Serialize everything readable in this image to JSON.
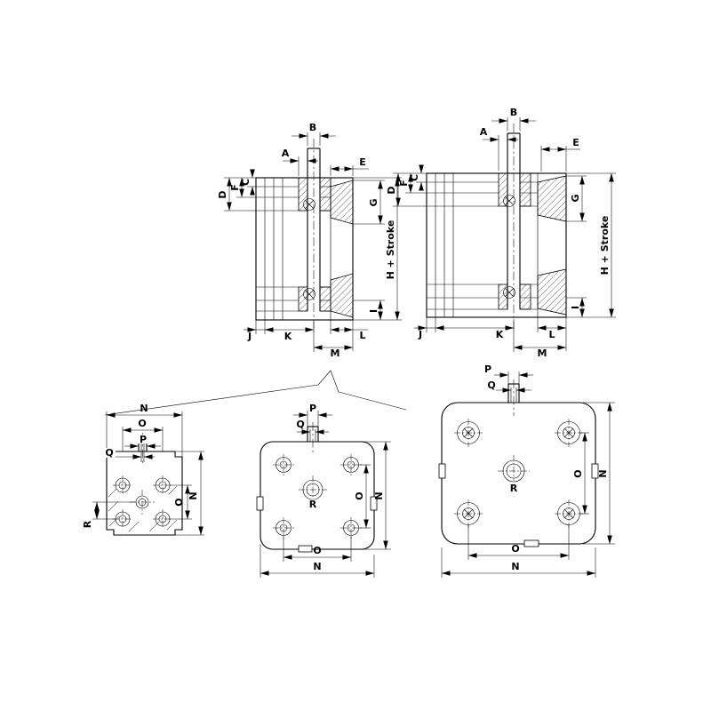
{
  "colors": {
    "line": "#000000",
    "background": "#ffffff"
  },
  "labels": {
    "a": "A",
    "b": "B",
    "c": "C",
    "d": "D",
    "e": "E",
    "f": "F",
    "g": "G",
    "h_stroke": "H + Stroke",
    "i": "I",
    "j": "J",
    "k": "K",
    "l": "L",
    "m": "M",
    "n": "N",
    "o": "O",
    "p": "P",
    "q": "Q",
    "r": "R"
  },
  "views": {
    "side_section_left": {
      "dimension_labels": [
        "A",
        "B",
        "C",
        "D",
        "E",
        "F",
        "G",
        "H + Stroke",
        "I",
        "J",
        "K",
        "L",
        "M"
      ]
    },
    "side_section_right": {
      "dimension_labels": [
        "A",
        "B",
        "C",
        "D",
        "E",
        "F",
        "G",
        "H + Stroke",
        "I",
        "J",
        "K",
        "L",
        "M"
      ]
    },
    "face_view_left": {
      "dimension_labels": [
        "N",
        "O",
        "P",
        "Q",
        "R"
      ]
    },
    "face_view_middle": {
      "dimension_labels": [
        "P",
        "Q",
        "R",
        "O",
        "N"
      ]
    },
    "face_view_right": {
      "dimension_labels": [
        "P",
        "Q",
        "R",
        "O",
        "N"
      ]
    }
  }
}
